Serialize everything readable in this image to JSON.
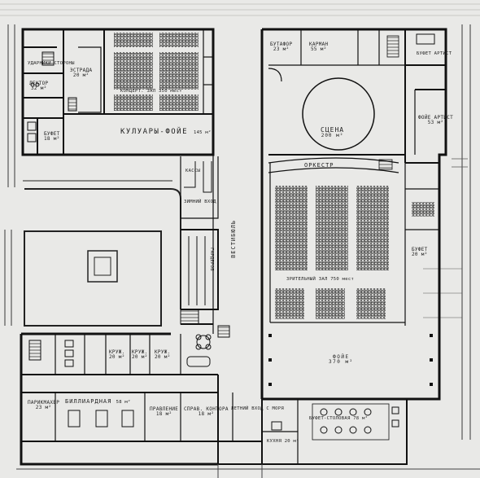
{
  "plan": {
    "rooms": {
      "kuluary_foye": {
        "name": "КУЛУАРЫ-ФОЙЕ",
        "area": "145 м²"
      },
      "estrada": {
        "name": "ЭСТРАДА",
        "area": "20 м²"
      },
      "konc_zal": {
        "name": "КОНЦЕРТ. ЗАЛ",
        "area": "350 мест"
      },
      "udarniki": {
        "name": "УДАРНИКИ СТОРОНЫ"
      },
      "lektor": {
        "name": "ЛЕКТОР",
        "area": "32 м²"
      },
      "bufet_left": {
        "name": "БУФЕТ",
        "area": "18 м²"
      },
      "bufet_top": {
        "name": "БУТАФОР",
        "area": "23 м²"
      },
      "karman": {
        "name": "КАРМАН",
        "area": "55 м²"
      },
      "stsena": {
        "name": "СЦЕНА",
        "area": "200 м²"
      },
      "orkestr": {
        "name": "ОРКЕСТР"
      },
      "zritelny_zal": {
        "name": "ЗРИТЕЛЬНЫЙ ЗАЛ",
        "area": "750 мест"
      },
      "foye_artist": {
        "name": "ФОЙЕ АРТИСТ",
        "area": "53 м²"
      },
      "bufet_artist": {
        "name": "БУФЕТ АРТИСТ"
      },
      "bufet_right": {
        "name": "БУФЕТ",
        "area": "20 м²"
      },
      "kassy": {
        "name": "КАССЫ"
      },
      "zimny_vkhod": {
        "name": "ЗИМНИЙ ВХОД"
      },
      "garderob": {
        "name": "ГАРДЕРОБ"
      },
      "vestibul": {
        "name": "ВЕСТИБЮЛЬ"
      },
      "foye": {
        "name": "ФОЙЕ",
        "area": "370 м²"
      },
      "biliardnaya": {
        "name": "БИЛЛИАРДНАЯ",
        "area": "58 м²"
      },
      "parikmakher": {
        "name": "ПАРИКМАХЕР",
        "area": "23 м²"
      },
      "pravlenie": {
        "name": "ПРАВЛЕНИЕ",
        "area": "18 м²"
      },
      "spravochn": {
        "name": "СПРАВ. КОНТОРА",
        "area": "18 м²"
      },
      "letny_vkhod": {
        "name": "ЛЕТНИЙ ВХОД С МОРЯ"
      },
      "kukhnya": {
        "name": "КУХНЯ",
        "area": "20 м²"
      },
      "bufet_stolovaya": {
        "name": "БУФЕТ-СТОЛОВАЯ",
        "area": "78 м²"
      },
      "kruzhok1": {
        "name": "КРУЖ.",
        "area": "20 м²"
      },
      "kruzhok2": {
        "name": "КРУЖ.",
        "area": "20 м²"
      },
      "kruzhok3": {
        "name": "КРУЖ.",
        "area": "20 м²"
      }
    }
  }
}
